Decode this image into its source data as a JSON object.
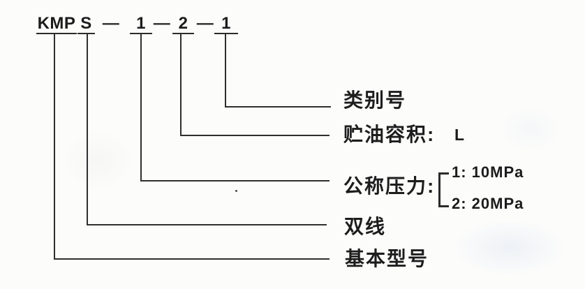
{
  "diagram": {
    "code": {
      "parts": [
        "KMP",
        "S",
        "1",
        "2",
        "1"
      ],
      "separator": "—"
    },
    "callouts": {
      "category": "类别号",
      "volume": {
        "label": "贮油容积:",
        "value": "L"
      },
      "pressure": {
        "label": "公称压力:",
        "options": [
          "1: 10MPa",
          "2: 20MPa"
        ]
      },
      "line_type": "双线",
      "base_model": "基本型号"
    },
    "colors": {
      "line": "#2f2f2f",
      "text": "#1d1d1d",
      "background": "#fcfcfb"
    }
  }
}
